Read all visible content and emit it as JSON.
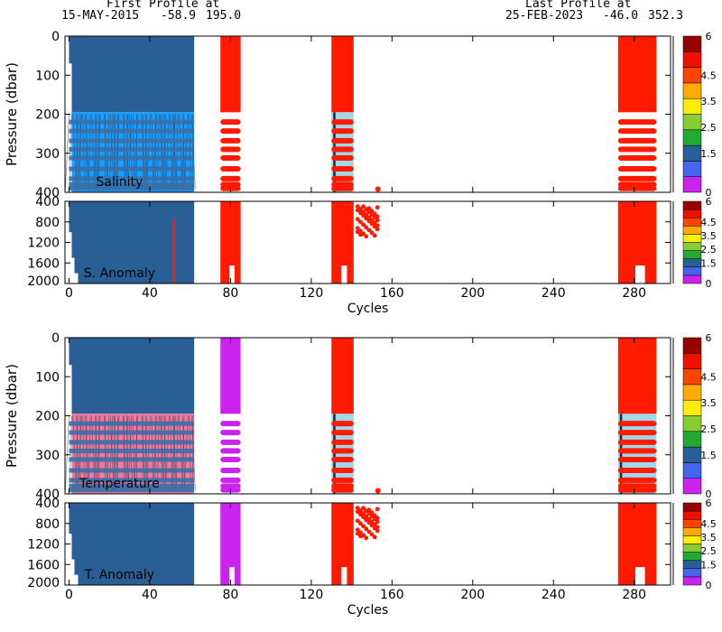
{
  "header": {
    "first_title": "First Profile at",
    "first_date": "15-MAY-2015",
    "first_lat": "-58.9",
    "first_lon": "195.0",
    "last_title": "Last Profile at",
    "last_date": "25-FEB-2023",
    "last_lat": "-46.0",
    "last_lon": "352.3"
  },
  "chart_data": [
    {
      "type": "heatmap",
      "panel": "upper-shallow",
      "label": "Salinity",
      "ylabel": "Pressure (dbar)",
      "xlim": [
        -2,
        298
      ],
      "ylim": [
        400,
        0
      ],
      "y_ticks": [
        0,
        100,
        200,
        300,
        400
      ],
      "fill_color": "#2a5f96",
      "profile_color": "#1a9fff",
      "qc_color": "#ff1a00",
      "profile_rows": [
        220,
        243,
        268,
        290,
        312,
        340,
        365,
        380,
        390
      ],
      "blocks": [
        {
          "x": [
            0,
            62
          ],
          "style": "profiles"
        },
        {
          "x": [
            75,
            85
          ],
          "style": "qc-segmented"
        },
        {
          "x": [
            130,
            141
          ],
          "style": "qc-profiles"
        },
        {
          "x": [
            272,
            291
          ],
          "style": "qc-segmented"
        }
      ],
      "colorbar": {
        "ticks": [
          0,
          1.5,
          2.5,
          3.5,
          4.5,
          6
        ],
        "range": [
          0,
          6
        ]
      }
    },
    {
      "type": "heatmap",
      "panel": "upper-deep",
      "label": "S. Anomaly",
      "xlim": [
        -2,
        298
      ],
      "ylim": [
        2000,
        400
      ],
      "y_ticks": [
        400,
        800,
        1200,
        1600,
        2000
      ],
      "blocks": [
        {
          "x": [
            0,
            62
          ],
          "style": "fill"
        },
        {
          "x": [
            75,
            85
          ],
          "style": "qc"
        },
        {
          "x": [
            130,
            141
          ],
          "style": "qc"
        },
        {
          "x": [
            143,
            155
          ],
          "style": "qc-scatter"
        },
        {
          "x": [
            272,
            291
          ],
          "style": "qc"
        }
      ],
      "anomaly_line": {
        "x": 52,
        "y": [
          750,
          2000
        ]
      },
      "colorbar": {
        "ticks": [
          0,
          1.5,
          2.5,
          3.5,
          4.5,
          6
        ],
        "range": [
          0,
          6
        ]
      }
    },
    {
      "type": "heatmap",
      "panel": "lower-shallow",
      "label": "Temperature",
      "ylabel": "Pressure (dbar)",
      "xlim": [
        -2,
        298
      ],
      "ylim": [
        400,
        0
      ],
      "y_ticks": [
        0,
        100,
        200,
        300,
        400
      ],
      "fill_color": "#2a5f96",
      "profile_color": "#f07aa0",
      "qc_color": "#ff1a00",
      "profile_rows": [
        220,
        243,
        268,
        290,
        312,
        340,
        365,
        380,
        390
      ],
      "blocks": [
        {
          "x": [
            0,
            62
          ],
          "style": "profiles"
        },
        {
          "x": [
            75,
            85
          ],
          "style": "magenta-segmented"
        },
        {
          "x": [
            130,
            141
          ],
          "style": "qc-profiles"
        },
        {
          "x": [
            272,
            291
          ],
          "style": "qc-profiles"
        }
      ],
      "colorbar": {
        "ticks": [
          0,
          1.5,
          2.5,
          3.5,
          4.5,
          6
        ],
        "range": [
          0,
          6
        ]
      }
    },
    {
      "type": "heatmap",
      "panel": "lower-deep",
      "label": "T. Anomaly",
      "xlabel": "Cycles",
      "xlim": [
        -2,
        298
      ],
      "ylim": [
        2000,
        400
      ],
      "y_ticks": [
        400,
        800,
        1200,
        1600,
        2000
      ],
      "blocks": [
        {
          "x": [
            0,
            62
          ],
          "style": "fill"
        },
        {
          "x": [
            75,
            85
          ],
          "style": "magenta"
        },
        {
          "x": [
            130,
            141
          ],
          "style": "qc"
        },
        {
          "x": [
            143,
            155
          ],
          "style": "qc-scatter"
        },
        {
          "x": [
            272,
            291
          ],
          "style": "qc"
        }
      ],
      "colorbar": {
        "ticks": [
          0,
          1.5,
          2.5,
          3.5,
          4.5,
          6
        ],
        "range": [
          0,
          6
        ]
      }
    }
  ],
  "x_axis": {
    "label": "Cycles",
    "ticks": [
      0,
      40,
      80,
      120,
      160,
      200,
      240,
      280
    ]
  },
  "colors": {
    "magenta": "#cc22ee",
    "qc_red": "#ff1a00",
    "colorbar": [
      "#cc22ee",
      "#4466ee",
      "#2a5f96",
      "#22aa33",
      "#88cc33",
      "#ffee00",
      "#ffaa00",
      "#ff4400",
      "#ee1100",
      "#990000"
    ]
  }
}
